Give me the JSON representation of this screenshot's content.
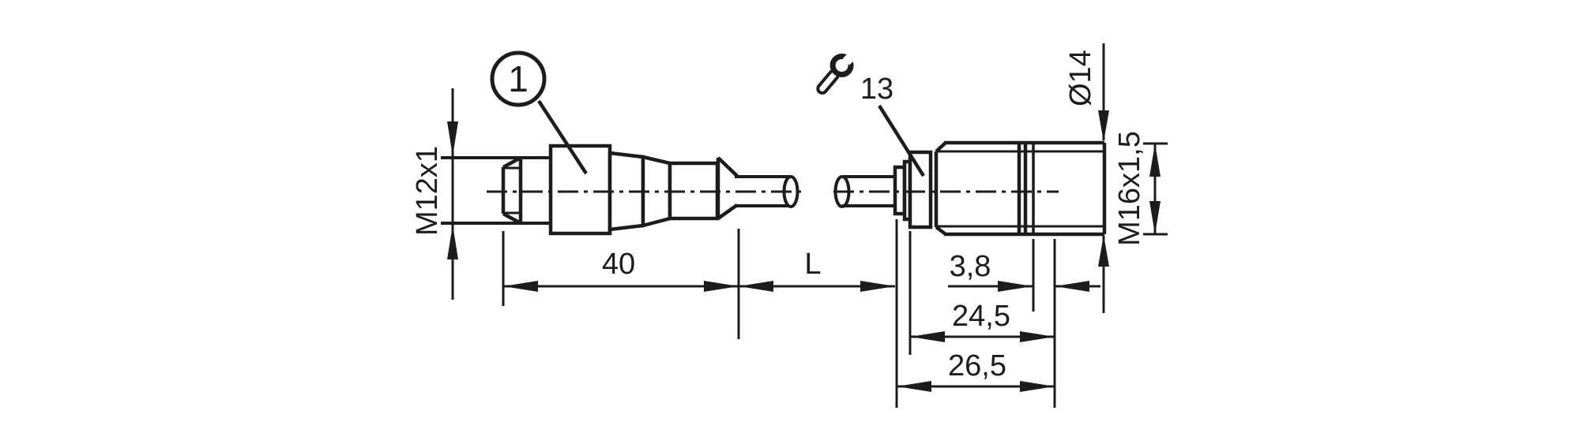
{
  "drawing": {
    "background": "#ffffff",
    "line_color": "#1c1c1c",
    "callouts": {
      "item_number": "1",
      "wrench_size": "13"
    },
    "labels": {
      "left_thread": "M12x1",
      "body_diameter": "Ø14",
      "right_thread": "M16x1,5"
    },
    "dimensions": {
      "connector_length": "40",
      "cable_length": "L",
      "thread_to_body": "3,8",
      "housing_length": "24,5",
      "overall_length": "26,5"
    }
  }
}
